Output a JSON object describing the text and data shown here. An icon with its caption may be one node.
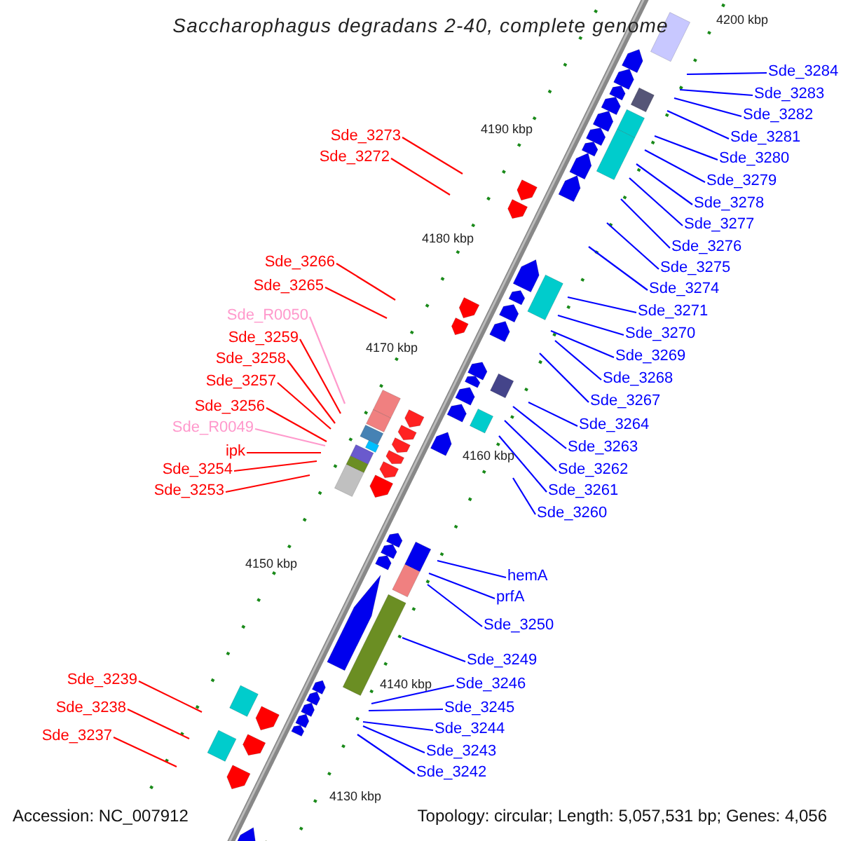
{
  "diagram": {
    "title": "Saccharophagus degradans 2-40, complete genome",
    "nodes": [
      {
        "text": [
          "Sde_3284"
        ]
      },
      {
        "text": [
          "Sde_3283"
        ]
      },
      {
        "text": [
          "Sde_3282"
        ]
      },
      {
        "text": [
          "Sde_3281"
        ]
      },
      {
        "text": [
          "Sde_3273"
        ]
      },
      {
        "text": [
          "Sde_3280"
        ]
      },
      {
        "text": [
          "Sde_3272"
        ]
      },
      {
        "text": [
          "Sde_3279"
        ]
      },
      {
        "text": [
          "Sde_3278"
        ]
      },
      {
        "text": [
          "Sde_3277"
        ]
      },
      {
        "text": [
          "Sde_3276"
        ]
      },
      {
        "text": [
          "Sde_3266"
        ]
      },
      {
        "text": [
          "Sde_3275"
        ]
      },
      {
        "text": [
          "Sde_3265"
        ]
      },
      {
        "text": [
          "Sde_3274"
        ]
      },
      {
        "text": [
          "Sde_3271"
        ]
      },
      {
        "text": [
          "Sde_R0050"
        ]
      },
      {
        "text": [
          "Sde_3270"
        ]
      },
      {
        "text": [
          "Sde_3259"
        ]
      },
      {
        "text": [
          "Sde_3269"
        ]
      },
      {
        "text": [
          "Sde_3258"
        ]
      },
      {
        "text": [
          "Sde_3268"
        ]
      },
      {
        "text": [
          "Sde_3257"
        ]
      },
      {
        "text": [
          "Sde_3267"
        ]
      },
      {
        "text": [
          "Sde_3256"
        ]
      },
      {
        "text": [
          "Sde_3264"
        ]
      },
      {
        "text": [
          "Sde_R0049"
        ]
      },
      {
        "text": [
          "Sde_3263"
        ]
      },
      {
        "text": [
          "ipk"
        ]
      },
      {
        "text": [
          "Sde_3254"
        ]
      },
      {
        "text": [
          "Sde_3262"
        ]
      },
      {
        "text": [
          "Sde_3253"
        ]
      },
      {
        "text": [
          "Sde_3261"
        ]
      },
      {
        "text": [
          "Sde_3260"
        ]
      },
      {
        "text": [
          "hemA"
        ]
      },
      {
        "text": [
          "prfA"
        ]
      },
      {
        "text": [
          "Sde_3250"
        ]
      },
      {
        "text": [
          "Sde_3249"
        ]
      },
      {
        "text": [
          "Sde_3239"
        ]
      },
      {
        "text": [
          "Sde_3246"
        ]
      },
      {
        "text": [
          "Sde_3238"
        ]
      },
      {
        "text": [
          "Sde_3245"
        ]
      },
      {
        "text": [
          "Sde_3244"
        ]
      },
      {
        "text": [
          "Sde_3237"
        ]
      },
      {
        "text": [
          "Sde_3243"
        ]
      },
      {
        "text": [
          "Sde_3242"
        ]
      }
    ],
    "edges": [
      {
        "from": 0,
        "to": null,
        "arrow": "none"
      },
      {
        "from": 1,
        "to": null,
        "arrow": "none"
      },
      {
        "from": 2,
        "to": null,
        "arrow": "none"
      },
      {
        "from": 3,
        "to": null,
        "arrow": "none"
      },
      {
        "from": 4,
        "to": null,
        "arrow": "none",
        "color": "#ff0000"
      },
      {
        "from": 5,
        "to": null,
        "arrow": "none"
      },
      {
        "from": 6,
        "to": null,
        "arrow": "none",
        "color": "#ff0000"
      },
      {
        "from": 7,
        "to": null,
        "arrow": "none"
      },
      {
        "from": 8,
        "to": null,
        "arrow": "none"
      },
      {
        "from": 9,
        "to": null,
        "arrow": "none"
      },
      {
        "from": 10,
        "to": null,
        "arrow": "none"
      },
      {
        "from": 11,
        "to": null,
        "arrow": "none",
        "color": "#ff0000"
      },
      {
        "from": 12,
        "to": null,
        "arrow": "none"
      },
      {
        "from": 13,
        "to": null,
        "arrow": "none",
        "color": "#ff0000"
      },
      {
        "from": 14,
        "to": null,
        "arrow": "none"
      },
      {
        "from": 15,
        "to": null,
        "arrow": "none"
      },
      {
        "from": 16,
        "to": null,
        "arrow": "none",
        "color": "#ff99cc"
      },
      {
        "from": 17,
        "to": null,
        "arrow": "none"
      },
      {
        "from": 18,
        "to": null,
        "arrow": "none",
        "color": "#ff0000"
      },
      {
        "from": 19,
        "to": null,
        "arrow": "none"
      },
      {
        "from": 20,
        "to": null,
        "arrow": "none",
        "color": "#ff0000"
      },
      {
        "from": 21,
        "to": null,
        "arrow": "none"
      },
      {
        "from": 22,
        "to": null,
        "arrow": "none",
        "color": "#ff0000"
      },
      {
        "from": 23,
        "to": null,
        "arrow": "none"
      },
      {
        "from": 24,
        "to": null,
        "arrow": "none",
        "color": "#ff0000"
      },
      {
        "from": 25,
        "to": null,
        "arrow": "none"
      },
      {
        "from": 26,
        "to": null,
        "arrow": "none",
        "color": "#ff99cc"
      },
      {
        "from": 27,
        "to": null,
        "arrow": "none"
      },
      {
        "from": 28,
        "to": null,
        "arrow": "none",
        "color": "#ff0000"
      },
      {
        "from": 29,
        "to": null,
        "arrow": "none",
        "color": "#ff0000"
      },
      {
        "from": 30,
        "to": null,
        "arrow": "none"
      },
      {
        "from": 31,
        "to": null,
        "arrow": "none",
        "color": "#ff0000"
      },
      {
        "from": 32,
        "to": null,
        "arrow": "none"
      },
      {
        "from": 33,
        "to": null,
        "arrow": "none"
      },
      {
        "from": 34,
        "to": null,
        "arrow": "none"
      },
      {
        "from": 35,
        "to": null,
        "arrow": "none"
      },
      {
        "from": 36,
        "to": null,
        "arrow": "none"
      },
      {
        "from": 37,
        "to": null,
        "arrow": "none"
      },
      {
        "from": 38,
        "to": null,
        "arrow": "none",
        "color": "#ff0000"
      },
      {
        "from": 39,
        "to": null,
        "arrow": "none"
      },
      {
        "from": 40,
        "to": null,
        "arrow": "none",
        "color": "#ff0000"
      },
      {
        "from": 41,
        "to": null,
        "arrow": "none"
      },
      {
        "from": 42,
        "to": null,
        "arrow": "none"
      },
      {
        "from": 43,
        "to": null,
        "arrow": "none",
        "color": "#ff0000"
      },
      {
        "from": 44,
        "to": null,
        "arrow": "none"
      },
      {
        "from": 45,
        "to": null,
        "arrow": "none"
      }
    ],
    "labels": [
      "4200 kbp",
      "4190 kbp",
      "4180 kbp",
      "4170 kbp",
      "4160 kbp",
      "4150 kbp",
      "4140 kbp",
      "4130 kbp",
      "Accession: NC_007912",
      "Topology: circular; Length: 5,057,531 bp; Genes: 4,056"
    ]
  }
}
